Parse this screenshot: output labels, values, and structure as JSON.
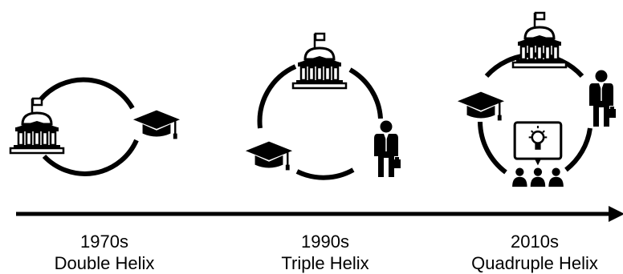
{
  "timeline": {
    "stages": [
      {
        "era": "1970s",
        "model": "Double Helix",
        "icons": [
          "government-building-icon",
          "graduation-cap-icon"
        ]
      },
      {
        "era": "1990s",
        "model": "Triple Helix",
        "icons": [
          "government-building-icon",
          "graduation-cap-icon",
          "businessman-icon"
        ]
      },
      {
        "era": "2010s",
        "model": "Quadruple Helix",
        "icons": [
          "government-building-icon",
          "graduation-cap-icon",
          "businessman-icon",
          "public-audience-icon"
        ]
      }
    ]
  },
  "colors": {
    "ink": "#000000",
    "background": "#ffffff"
  }
}
